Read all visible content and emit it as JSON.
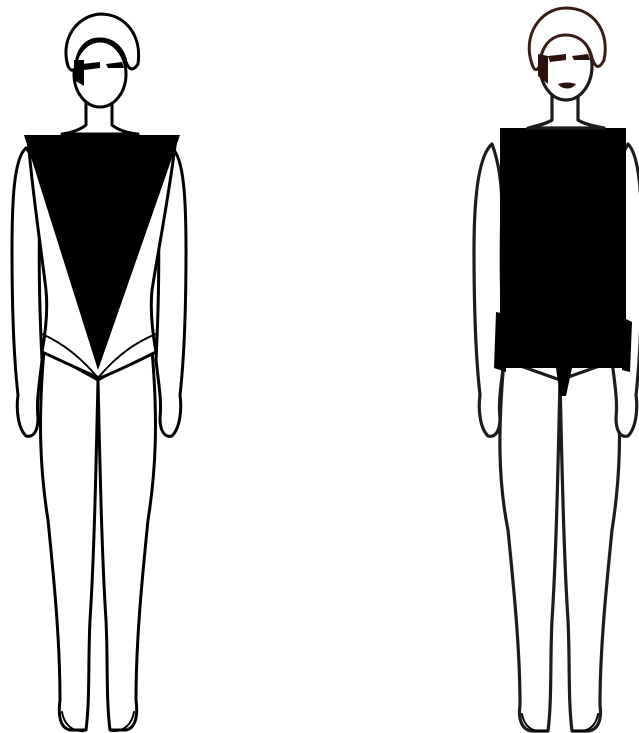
{
  "figures": [
    {
      "name": "inverted-triangle-figure",
      "shape": "inverted-triangle",
      "color": "#000000"
    },
    {
      "name": "rectangle-figure",
      "shape": "rectangle",
      "color": "#000000"
    }
  ],
  "colors": {
    "background": "#ffffff",
    "line": "#000000",
    "hair_accent": "#3a1d18"
  }
}
